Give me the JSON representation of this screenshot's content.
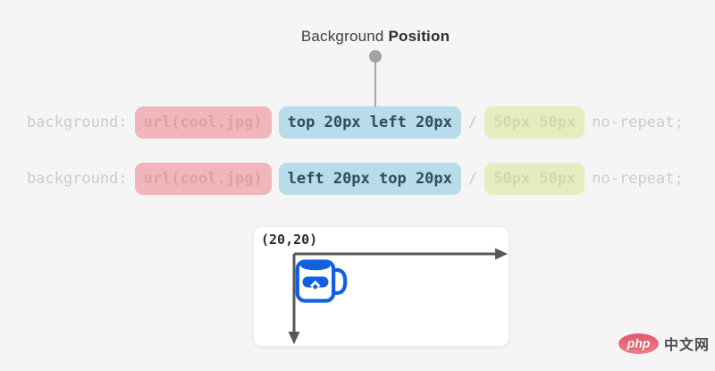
{
  "title": {
    "normal": "Background ",
    "bold": "Position"
  },
  "code_lines": [
    {
      "property": "background:",
      "url": "url(cool.jpg)",
      "position": "top 20px left 20px",
      "slash": "/",
      "size": "50px 50px",
      "repeat": "no-repeat;"
    },
    {
      "property": "background:",
      "url": "url(cool.jpg)",
      "position": "left 20px top 20px",
      "slash": "/",
      "size": "50px 50px",
      "repeat": "no-repeat;"
    }
  ],
  "diagram": {
    "coordinate_label": "(20,20)",
    "x_arrow": "right",
    "y_arrow": "down",
    "image_icon": "mug-icon"
  },
  "watermark": {
    "logo": "php",
    "text": "中文网"
  },
  "colors": {
    "page_background": "#f5f5f6",
    "url_badge_bg": "#f0b6bb",
    "url_badge_text": "#dfa0a9",
    "position_badge_bg": "#b9dcea",
    "position_badge_text": "#2e4e5e",
    "size_badge_bg": "#e6ecc0",
    "size_badge_text": "#d3d9a9",
    "muted_code_text": "#ccccd0",
    "arrow_gray": "#57585a",
    "mug_blue": "#1060e0",
    "watermark_red": "#e4566a"
  }
}
